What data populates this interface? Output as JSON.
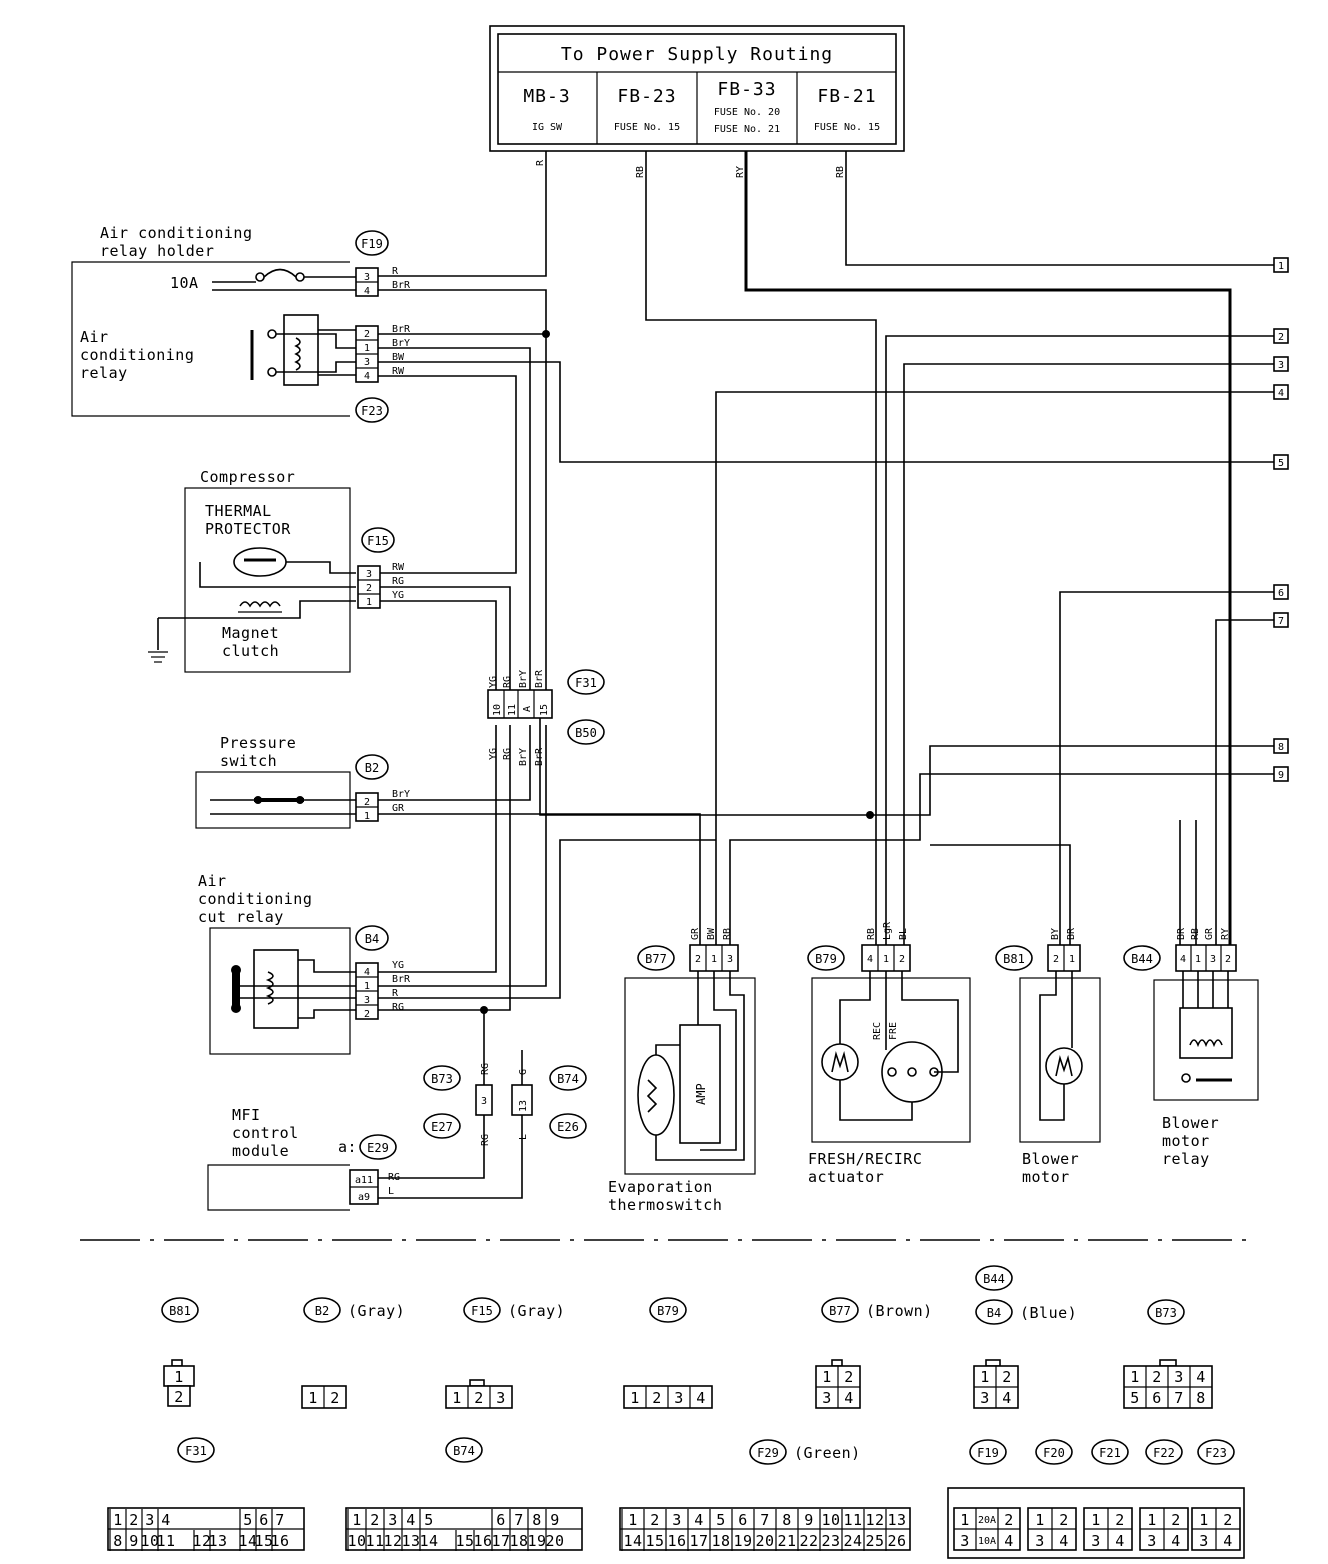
{
  "power_supply": {
    "title": "To Power Supply Routing",
    "cells": [
      {
        "code": "MB-3",
        "sub": "IG SW"
      },
      {
        "code": "FB-23",
        "sub": "FUSE No. 15"
      },
      {
        "code": "FB-33",
        "sub": "FUSE No. 20",
        "sub2": "FUSE No. 21"
      },
      {
        "code": "FB-21",
        "sub": "FUSE No. 15"
      }
    ],
    "wires": [
      "R",
      "RB",
      "RY",
      "RB"
    ]
  },
  "components": {
    "relay_holder_l1": "Air conditioning",
    "relay_holder_l2": "relay holder",
    "fuse_10a": "10A",
    "ac_relay_l1": "Air",
    "ac_relay_l2": "conditioning",
    "ac_relay_l3": "relay",
    "compressor": "Compressor",
    "thermal_l1": "THERMAL",
    "thermal_l2": "PROTECTOR",
    "magnet_l1": "Magnet",
    "magnet_l2": "clutch",
    "pressure_l1": "Pressure",
    "pressure_l2": "switch",
    "cut_relay_l1": "Air",
    "cut_relay_l2": "conditioning",
    "cut_relay_l3": "cut relay",
    "mfi_l1": "MFI",
    "mfi_l2": "control",
    "mfi_l3": "module",
    "mfi_a": "a:",
    "evap_l1": "Evaporation",
    "evap_l2": "thermoswitch",
    "amp": "AMP",
    "fresh_l1": "FRESH/RECIRC",
    "fresh_l2": "actuator",
    "rec": "REC",
    "fre": "FRE",
    "blower_l1": "Blower",
    "blower_l2": "motor",
    "bmr_l1": "Blower",
    "bmr_l2": "motor",
    "bmr_l3": "relay"
  },
  "connectors": {
    "F19": "F19",
    "F23": "F23",
    "F15": "F15",
    "F31": "F31",
    "B50": "B50",
    "B2": "B2",
    "B4": "B4",
    "B73": "B73",
    "B74": "B74",
    "E27": "E27",
    "E26": "E26",
    "E29": "E29",
    "B77": "B77",
    "B79": "B79",
    "B81": "B81",
    "B44": "B44",
    "F20": "F20",
    "F21": "F21",
    "F22": "F22",
    "F29": "F29"
  },
  "wire_labels": {
    "R": "R",
    "BrR": "BrR",
    "BrY": "BrY",
    "BW": "BW",
    "RW": "RW",
    "RG": "RG",
    "YG": "YG",
    "GR": "GR",
    "G": "G",
    "L": "L",
    "RB": "RB",
    "LgR": "LgR",
    "BL": "BL",
    "BY": "BY",
    "BR": "BR",
    "RY": "RY"
  },
  "pins": {
    "p1": "1",
    "p2": "2",
    "p3": "3",
    "p4": "4",
    "p5": "5",
    "p6": "6",
    "p7": "7",
    "p8": "8",
    "p9": "9",
    "p10": "10",
    "p11": "11",
    "p12": "12",
    "p13": "13",
    "p14": "14",
    "p15": "15",
    "p16": "16",
    "p17": "17",
    "p18": "18",
    "p19": "19",
    "p20": "20",
    "p21": "21",
    "p22": "22",
    "p23": "23",
    "p24": "24",
    "p25": "25",
    "p26": "26",
    "a": "A",
    "a11": "a11",
    "a9": "a9",
    "p20a": "20A",
    "p10a": "10A"
  },
  "terminals": [
    "1",
    "2",
    "3",
    "4",
    "5",
    "6",
    "7",
    "8",
    "9"
  ],
  "legend": {
    "gray1": "(Gray)",
    "gray2": "(Gray)",
    "brown": "(Brown)",
    "blue": "(Blue)",
    "green": "(Green)"
  }
}
